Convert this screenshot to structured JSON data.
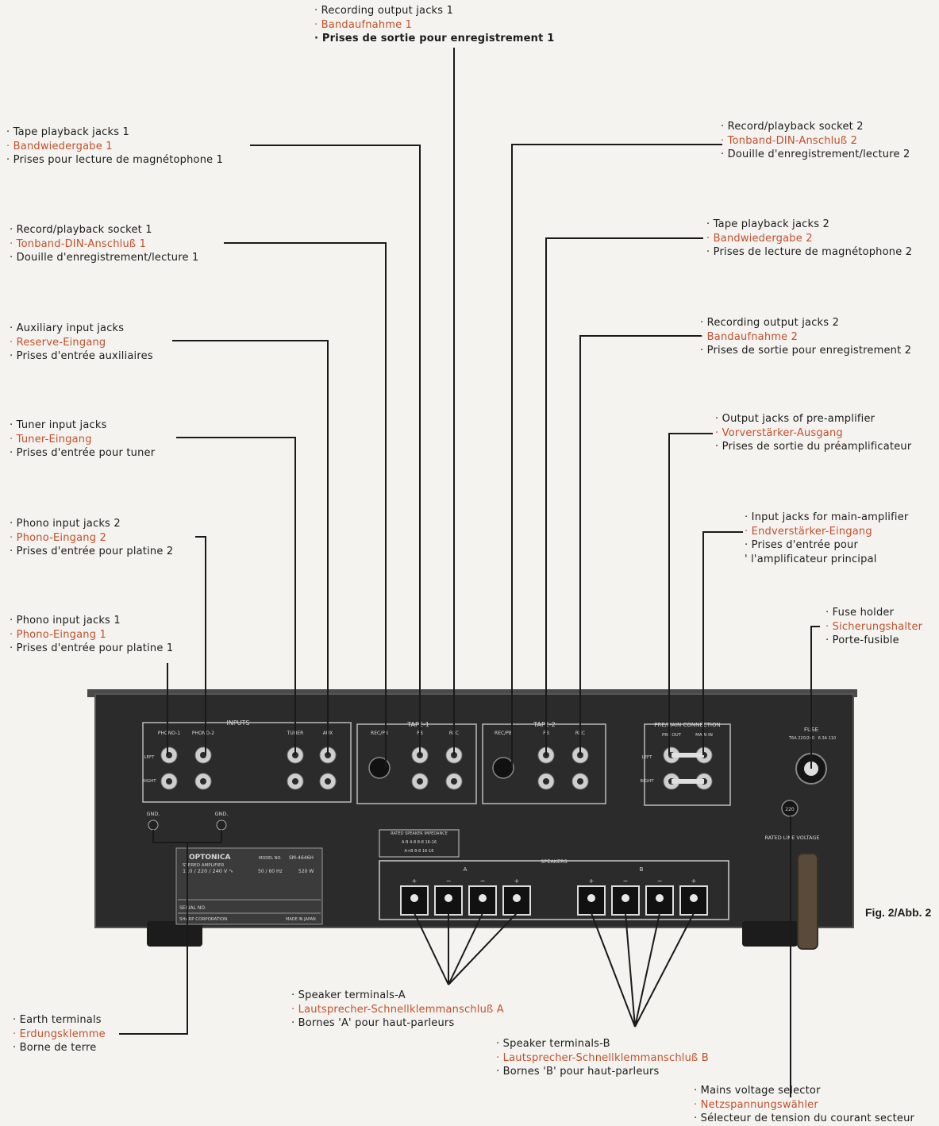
{
  "labels": {
    "rec_out_1": {
      "en": "· Recording output jacks 1",
      "de": "· Bandaufnahme 1",
      "fr": "· Prises de sortie pour enregistrement 1"
    },
    "tape_pb_1": {
      "en": "· Tape playback jacks 1",
      "de": "· Bandwiedergabe 1",
      "fr": "· Prises pour lecture de magnétophone 1"
    },
    "rec_pb_socket_1": {
      "en": "· Record/playback socket 1",
      "de": "· Tonband-DIN-Anschluß 1",
      "fr": "· Douille d'enregistrement/lecture 1"
    },
    "aux_in": {
      "en": "· Auxiliary input jacks",
      "de": "· Reserve-Eingang",
      "fr": "· Prises d'entrée auxiliaires"
    },
    "tuner_in": {
      "en": "· Tuner input jacks",
      "de": "· Tuner-Eingang",
      "fr": "· Prises d'entrée pour tuner"
    },
    "phono_in_2": {
      "en": "· Phono input jacks 2",
      "de": "· Phono-Eingang 2",
      "fr": "· Prises d'entrée pour platine 2"
    },
    "phono_in_1": {
      "en": "· Phono input jacks 1",
      "de": "· Phono-Eingang 1",
      "fr": "· Prises d'entrée pour platine 1"
    },
    "earth": {
      "en": "· Earth terminals",
      "de": "· Erdungsklemme",
      "fr": "· Borne de terre"
    },
    "speaker_a": {
      "en": "· Speaker terminals-A",
      "de": "· Lautsprecher-Schnellklemmanschluß A",
      "fr": "· Bornes 'A' pour haut-parleurs"
    },
    "speaker_b": {
      "en": "· Speaker terminals-B",
      "de": "· Lautsprecher-Schnellklemmanschluß B",
      "fr": "· Bornes 'B' pour haut-parleurs"
    },
    "mains_voltage": {
      "en": "· Mains voltage selector",
      "de": "· Netzspannungswähler",
      "fr": "· Sélecteur de tension du courant secteur"
    },
    "rec_pb_socket_2": {
      "en": "· Record/playback socket 2",
      "de": "· Tonband-DIN-Anschluß 2",
      "fr": "· Douille d'enregistrement/lecture 2"
    },
    "tape_pb_2": {
      "en": "· Tape playback jacks 2",
      "de": "· Bandwiedergabe 2",
      "fr": "· Prises de lecture de magnétophone 2"
    },
    "rec_out_2": {
      "en": "· Recording output jacks 2",
      "de": "· Bandaufnahme 2",
      "fr": "· Prises de sortie pour enregistrement 2"
    },
    "pre_out": {
      "en": "· Output jacks of pre-amplifier",
      "de": "· Vorverstärker-Ausgang",
      "fr": "· Prises de sortie du préamplificateur"
    },
    "main_in": {
      "en": "· Input jacks for main-amplifier",
      "de": "· Endverstärker-Eingang",
      "fr": "· Prises d'entrée pour",
      "fr2": "' l'amplificateur principal"
    },
    "fuse": {
      "en": "· Fuse holder",
      "de": "· Sicherungshalter",
      "fr": "· Porte-fusible"
    }
  },
  "figure_caption": "Fig. 2/Abb. 2",
  "panel": {
    "inputs": "INPUTS",
    "phono1": "PHONO-1",
    "phono2": "PHONO-2",
    "tuner": "TUNER",
    "aux": "AUX",
    "tape1": "TAPE-1",
    "tape2": "TAPE-2",
    "recpb": "REC/PB",
    "pb": "PB",
    "rec": "REC",
    "premain": "PRE/MAIN CONNECTION",
    "preout": "PRE OUT",
    "mainin": "MAIN IN",
    "left": "LEFT",
    "right": "RIGHT",
    "fuse_title": "FUSE",
    "fuse_spec1": "T6A 220/240",
    "fuse_spec2": "6.3A 110",
    "gnd": "GND.",
    "impedance_title": "RATED SPEAKER IMPEDANCE",
    "impedance_row1": "A  B    4-8  8-8  16-16",
    "impedance_row2": "A+B    8-8  16-16",
    "speakers": "SPEAKERS",
    "spk_a": "A",
    "spk_b": "B",
    "plus": "+",
    "minus": "−",
    "brand": "OPTONICA",
    "model_label": "MODEL NO.",
    "model": "SM-4646H",
    "product": "STEREO AMPLIFIER",
    "voltage": "110 / 220 / 240 V ∿",
    "freq": "50 / 60 Hz",
    "power": "520 W",
    "serial": "SERIAL NO.",
    "maker": "SHARP CORPORATION",
    "made_in": "MADE IN JAPAN",
    "voltage_sel": "220",
    "rated_line_voltage": "RATED LINE VOLTAGE"
  },
  "colors": {
    "german_text": "#c4502c",
    "text": "#1c1c1c",
    "panel": "#2a2a2a",
    "background": "#f4f3ef"
  }
}
